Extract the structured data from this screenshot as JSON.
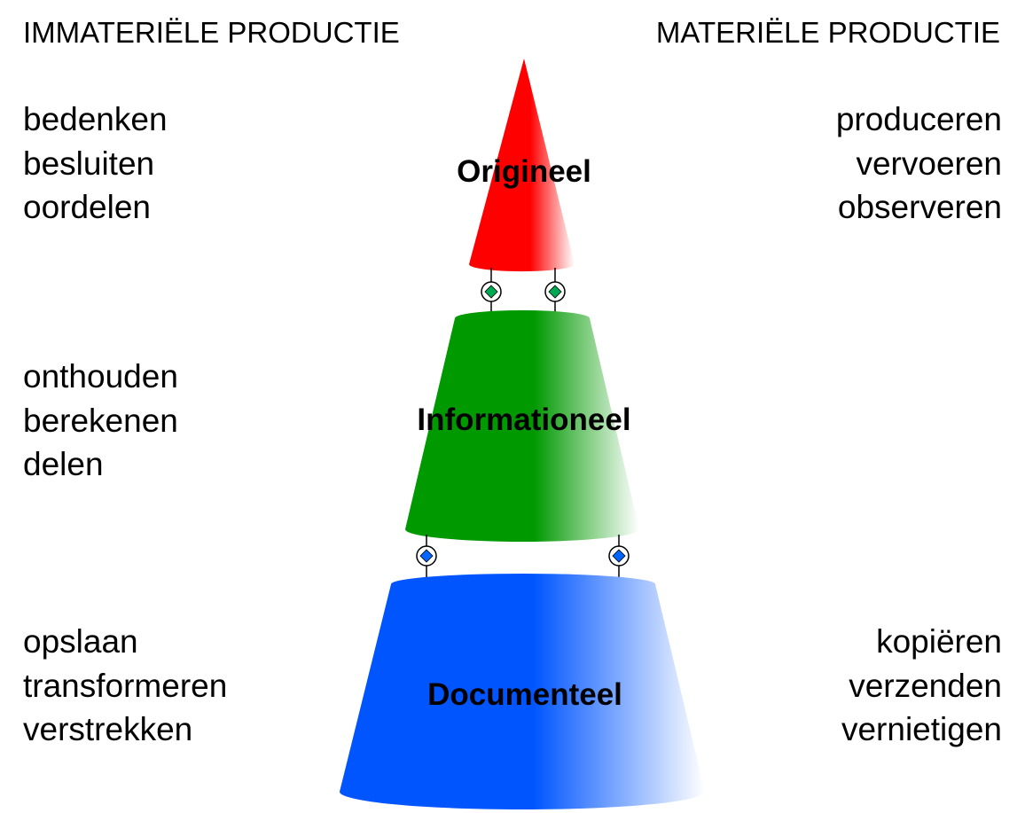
{
  "headers": {
    "left": "IMMATERIËLE PRODUCTIE",
    "right": "MATERIËLE PRODUCTIE"
  },
  "layers": {
    "origineel": {
      "label": "Origineel",
      "color": "#ff0000"
    },
    "informationeel": {
      "label": "Informationeel",
      "color": "#009900"
    },
    "documenteel": {
      "label": "Documenteel",
      "color": "#0055ff"
    }
  },
  "connectors": {
    "upper_color": "#00aa55",
    "lower_color": "#0066ff"
  },
  "lists": {
    "top_left": [
      "bedenken",
      "besluiten",
      "oordelen"
    ],
    "top_right": [
      "produceren",
      "vervoeren",
      "observeren"
    ],
    "mid_left": [
      "onthouden",
      "berekenen",
      "delen"
    ],
    "bot_left": [
      "opslaan",
      "transformeren",
      "verstrekken"
    ],
    "bot_right": [
      "kopiëren",
      "verzenden",
      "vernietigen"
    ]
  }
}
